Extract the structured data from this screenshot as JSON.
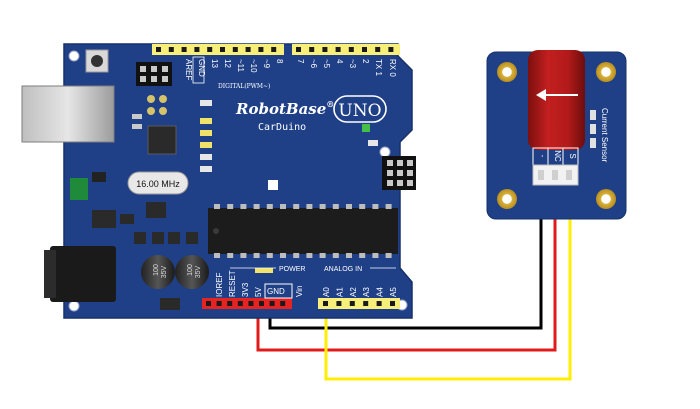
{
  "board": {
    "brand": "RobotBase",
    "brand_mark": "®",
    "model": "CarDuino",
    "uno": "UNO",
    "crystal": "16.00 MHz",
    "digital_caption": "DIGITAL(PWM~)",
    "power_caption": "POWER",
    "analog_caption": "ANALOG IN",
    "top_pin_labels": [
      "AREF",
      "GND",
      "13",
      "12",
      "~11",
      "~10",
      "~9",
      "8",
      "7",
      "~6",
      "~5",
      "4",
      "~3",
      "2",
      "TX 1",
      "RX 0"
    ],
    "power_pin_labels": [
      "IOREF",
      "RESET",
      "3V3",
      "5V",
      "GND",
      "Vin"
    ],
    "analog_pin_labels": [
      "A0",
      "A1",
      "A2",
      "A3",
      "A4",
      "A5"
    ],
    "cap_label_1": [
      "100",
      "35V"
    ],
    "cap_label_2": [
      "100",
      "35V"
    ]
  },
  "sensor": {
    "name": "Current Sensor",
    "pins": [
      "-",
      "NC",
      "S"
    ]
  },
  "colors": {
    "board": "#1f3f86",
    "header": "#f7ef79",
    "power_header": "#e62323",
    "wire_gnd": "#000000",
    "wire_5v": "#e11b1b",
    "wire_signal": "#ffee00",
    "coil": "#b01818"
  }
}
